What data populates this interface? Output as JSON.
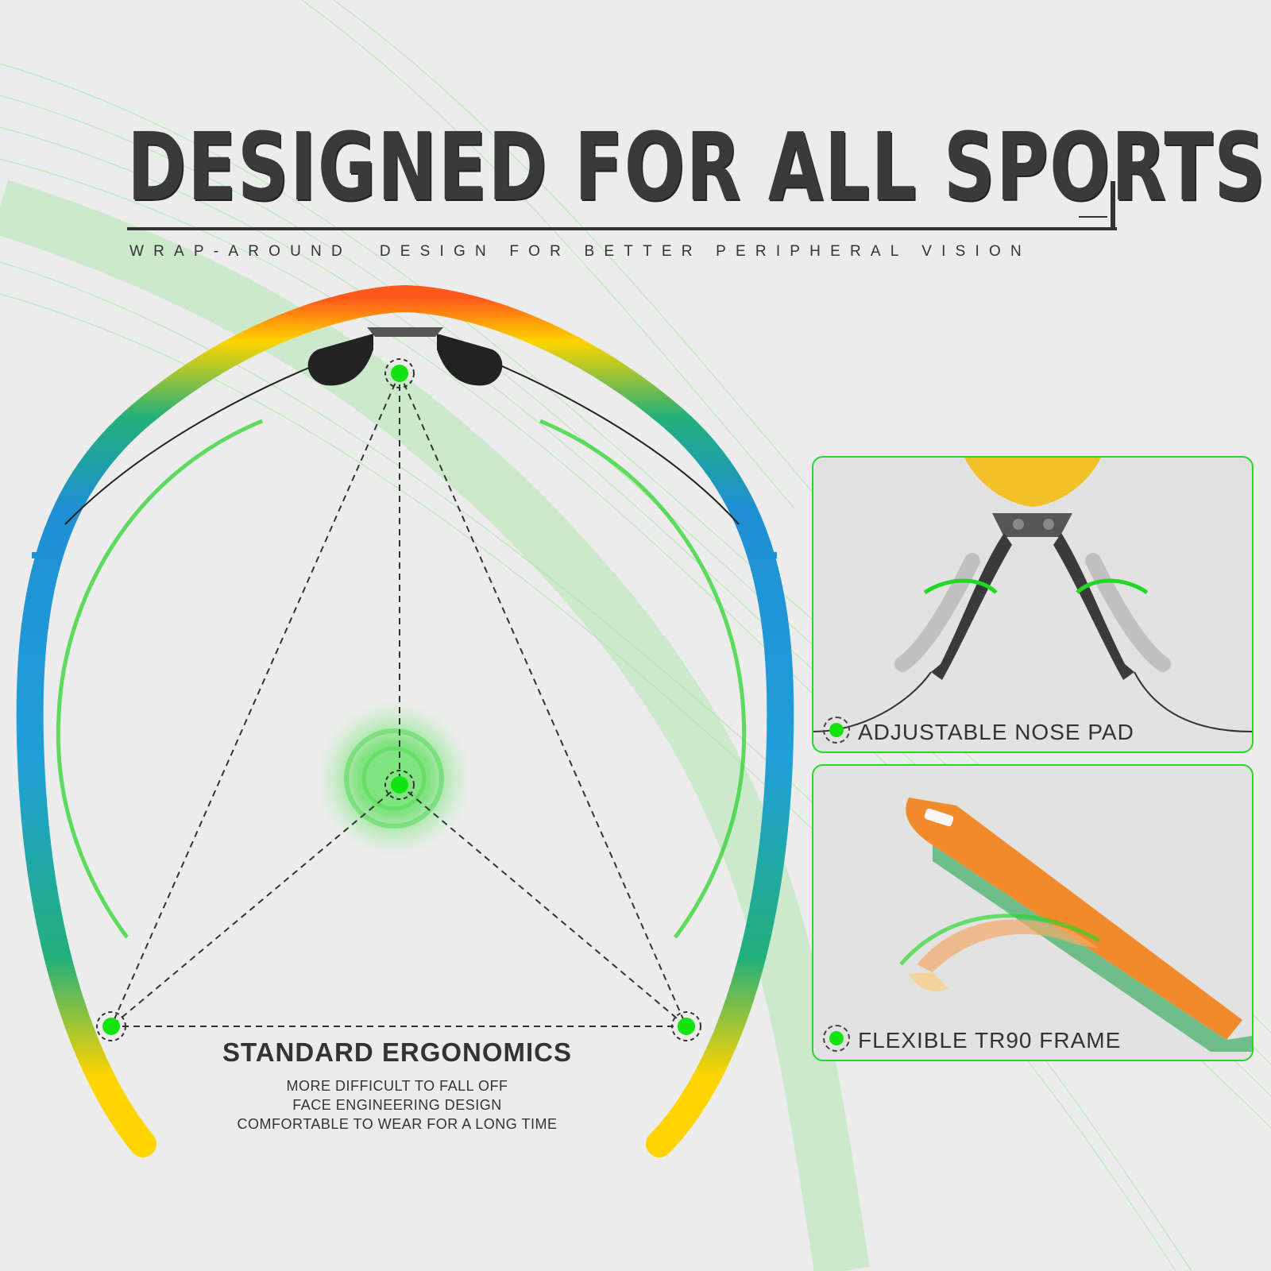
{
  "header": {
    "title": "DESIGNED FOR ALL SPORTS",
    "subtitle": "WRAP-AROUND  DESIGN FOR BETTER PERIPHERAL VISION"
  },
  "ergonomics": {
    "title": "STANDARD ERGONOMICS",
    "lines": [
      "MORE DIFFICULT TO FALL OFF",
      "FACE ENGINEERING DESIGN",
      "COMFORTABLE TO WEAR FOR A LONG TIME"
    ]
  },
  "features": [
    {
      "label": "ADJUSTABLE NOSE PAD"
    },
    {
      "label": "FLEXIBLE TR90 FRAME"
    }
  ],
  "colors": {
    "accent": "#12e412",
    "panel_border": "#27d627",
    "text": "#333333",
    "frame_gradient": [
      "#ff5a1a",
      "#ffd400",
      "#22b07a",
      "#1f8fd6",
      "#1fa0d8",
      "#22b07a",
      "#ffd400"
    ]
  }
}
